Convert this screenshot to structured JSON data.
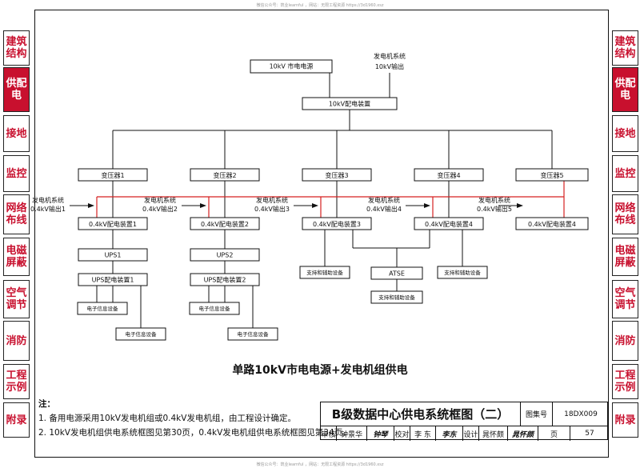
{
  "header_watermark": "微信公众号：筑业learnful ，网站：无限工程资源 https://3d1960.xsz",
  "footer_watermark": "微信公众号：筑业learnful ，网站：无限工程资源 https://3d1960.xsz",
  "side_tabs": [
    {
      "label": "建筑结构",
      "active": false
    },
    {
      "label": "供配电",
      "active": true
    },
    {
      "label": "接地",
      "active": false
    },
    {
      "label": "监控",
      "active": false
    },
    {
      "label": "网络布线",
      "active": false
    },
    {
      "label": "电磁屏蔽",
      "active": false
    },
    {
      "label": "空气调节",
      "active": false
    },
    {
      "label": "消防",
      "active": false
    },
    {
      "label": "工程示例",
      "active": false
    },
    {
      "label": "附录",
      "active": false
    }
  ],
  "diagram": {
    "mains": "10kV 市电电源",
    "gen_top_line1": "发电机系统",
    "gen_top_line2": "10kV输出",
    "main_switchgear": "10kV配电装置",
    "transformers": [
      "变压器1",
      "变压器2",
      "变压器3",
      "变压器4",
      "变压器5"
    ],
    "gen_outputs": [
      {
        "line1": "发电机系统",
        "line2": "0.4kV输出1"
      },
      {
        "line1": "发电机系统",
        "line2": "0.4kV输出2"
      },
      {
        "line1": "发电机系统",
        "line2": "0.4kV输出3"
      },
      {
        "line1": "发电机系统",
        "line2": "0.4kV输出4"
      },
      {
        "line1": "发电机系统",
        "line2": "0.4kV输出5"
      }
    ],
    "lv_switchgear": [
      "0.4kV配电装置1",
      "0.4kV配电装置2",
      "0.4kV配电装置3",
      "0.4kV配电装置4",
      "0.4kV配电装置4"
    ],
    "ups": [
      "UPS1",
      "UPS2"
    ],
    "ups_dist": [
      "UPS配电装置1",
      "UPS配电装置2"
    ],
    "it_equipment": "电子信息设备",
    "support_equipment": "支持和辅助设备",
    "atse": "ATSE",
    "caption": "单路10kV市电电源+发电机组供电"
  },
  "notes": {
    "title": "注：",
    "items": [
      "1. 备用电源采用10kV发电机组或0.4kV发电机组，由工程设计确定。",
      "2. 10kV发电机组供电系统框图见第30页，0.4kV发电机组供电系统框图见第34页。"
    ]
  },
  "title_block": {
    "title": "B级数据中心供电系统框图（二）",
    "atlas_label": "图集号",
    "atlas_no": "18DX009",
    "review_label": "审核",
    "reviewer": "钟景华",
    "reviewer_sig": "钟琴",
    "check_label": "校对",
    "checker": "李 东",
    "checker_sig": "李东",
    "design_label": "设计",
    "designer": "晁怀颇",
    "designer_sig": "晁怀颇",
    "page_label": "页",
    "page_no": "57"
  }
}
